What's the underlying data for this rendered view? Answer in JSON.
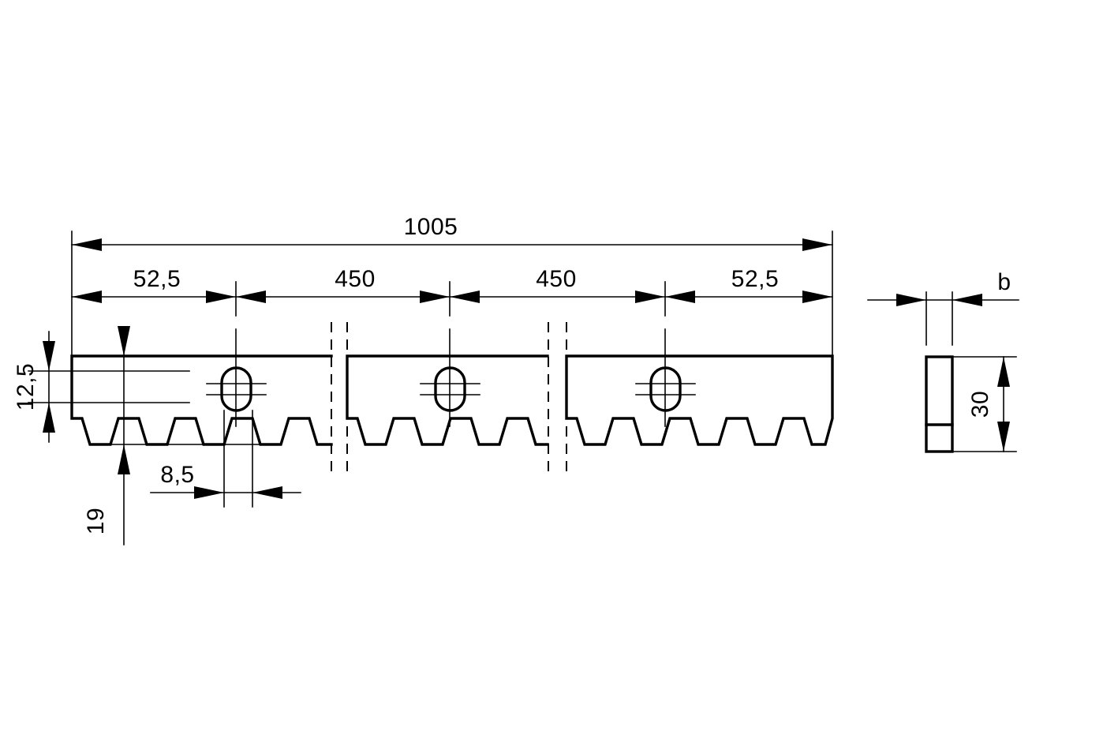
{
  "drawing": {
    "title": "Gear rack technical drawing",
    "type": "mechanical-engineering-drawing",
    "units": "mm",
    "line_color": "#000000",
    "background_color": "#ffffff",
    "dimensions": {
      "overall_length": "1005",
      "end_offset_left": "52,5",
      "hole_pitch_1": "450",
      "hole_pitch_2": "450",
      "end_offset_right": "52,5",
      "hole_to_tooth": "8,5",
      "pitch_line_height": "12,5",
      "total_height": "19",
      "section_height": "30",
      "section_width": "b"
    },
    "labels": {
      "overall_length": "1005",
      "left_end": "52,5",
      "pitch_a": "450",
      "pitch_b": "450",
      "right_end": "52,5",
      "tooth_offset": "8,5",
      "upper_height": "12,5",
      "lower_height": "19",
      "side_height": "30",
      "side_width": "b"
    },
    "features": {
      "hole_count": 3,
      "hole_shape": "oblong-slot",
      "tooth_profile": "trapezoidal",
      "break_lines": 2,
      "views": [
        "front-view",
        "side-section-view"
      ]
    }
  }
}
